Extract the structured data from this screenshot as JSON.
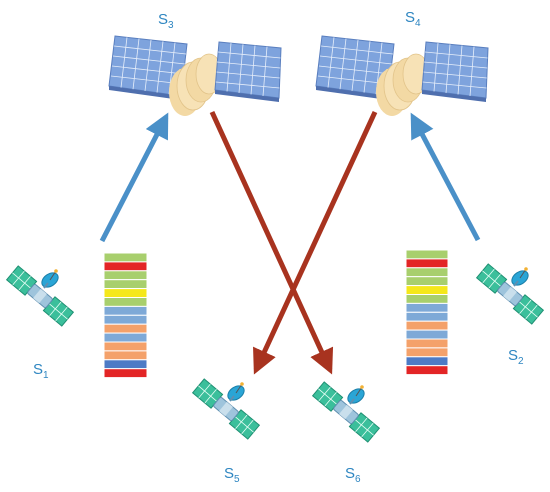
{
  "labels": {
    "s1": {
      "main": "S",
      "sub": "1"
    },
    "s2": {
      "main": "S",
      "sub": "2"
    },
    "s3": {
      "main": "S",
      "sub": "3"
    },
    "s4": {
      "main": "S",
      "sub": "4"
    },
    "s5": {
      "main": "S",
      "sub": "5"
    },
    "s6": {
      "main": "S",
      "sub": "6"
    }
  },
  "colors": {
    "label": "#2e86c1",
    "uplink_arrow": "#4a90c8",
    "downlink_arrow": "#a8331f",
    "panel_fill": "#7ea3dd",
    "panel_grid": "#e6eefa",
    "body_cream": "#f4dcaa",
    "small_panel": "#3bbf9b",
    "small_body": "#9ec4dc",
    "dish": "#2aa5d6"
  },
  "stacks": {
    "left": [
      "#a8cf6d",
      "#e32526",
      "#a8cf6d",
      "#a8cf6d",
      "#f5e81a",
      "#a8cf6d",
      "#7ea9d7",
      "#7ea9d7",
      "#f4a16a",
      "#7ea9d7",
      "#f4a16a",
      "#f4a16a",
      "#4d7bc6",
      "#e32526"
    ],
    "right": [
      "#a8cf6d",
      "#e32526",
      "#a8cf6d",
      "#a8cf6d",
      "#f5e81a",
      "#a8cf6d",
      "#7ea9d7",
      "#7ea9d7",
      "#f4a16a",
      "#7ea9d7",
      "#f4a16a",
      "#f4a16a",
      "#4d7bc6",
      "#e32526"
    ]
  }
}
